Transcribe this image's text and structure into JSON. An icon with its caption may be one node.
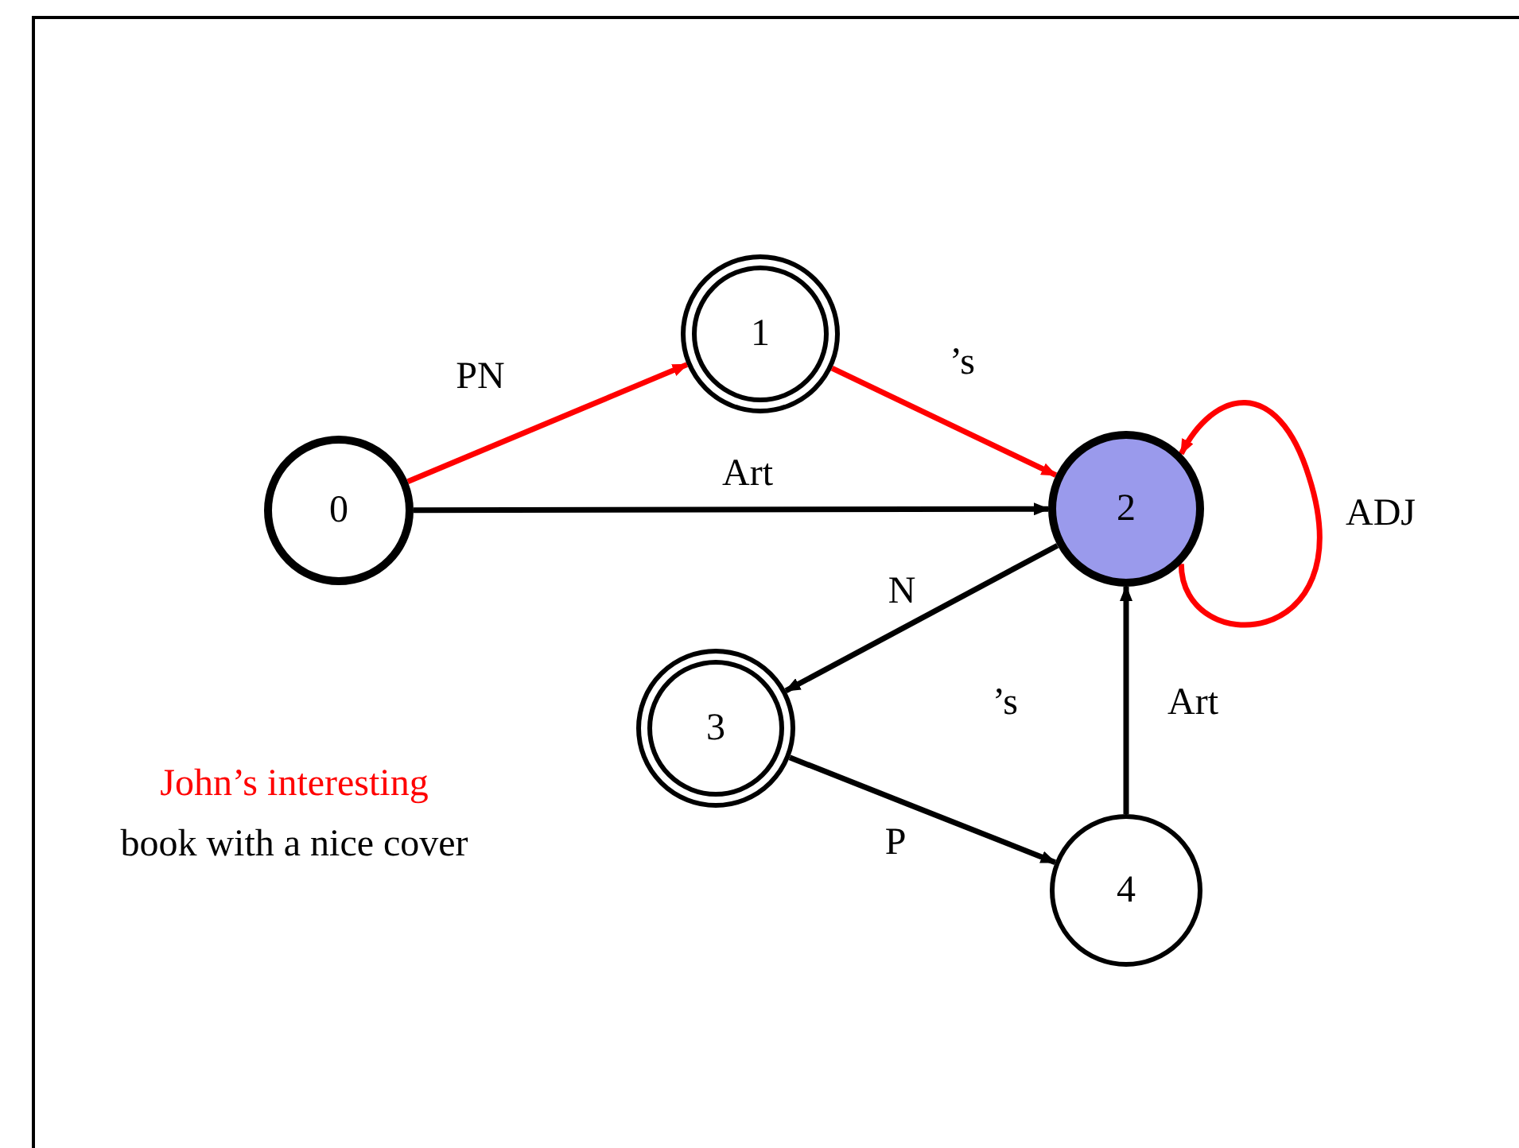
{
  "diagram": {
    "nodes": [
      {
        "text": [
          "0"
        ]
      },
      {
        "text": [
          "1"
        ]
      },
      {
        "text": [
          "2"
        ]
      },
      {
        "text": [
          "3"
        ]
      },
      {
        "text": [
          "4"
        ]
      }
    ],
    "edges": [
      {
        "from": 0,
        "to": 1,
        "arrow": "to",
        "label": "PN",
        "color": "#ff0000"
      },
      {
        "from": 1,
        "to": 2,
        "arrow": "to",
        "label": "’s",
        "color": "#ff0000"
      },
      {
        "from": 0,
        "to": 2,
        "arrow": "to",
        "label": "Art"
      },
      {
        "from": 2,
        "to": 2,
        "arrow": "to",
        "label": "ADJ",
        "color": "#ff0000"
      },
      {
        "from": 2,
        "to": 3,
        "arrow": "to",
        "label": "N"
      },
      {
        "from": 3,
        "to": 4,
        "arrow": "to",
        "label": "P"
      },
      {
        "from": 4,
        "to": 2,
        "arrow": "to",
        "label": "Art"
      }
    ],
    "labels": [
      "’s",
      "John’s interesting",
      "book with a nice cover"
    ]
  }
}
